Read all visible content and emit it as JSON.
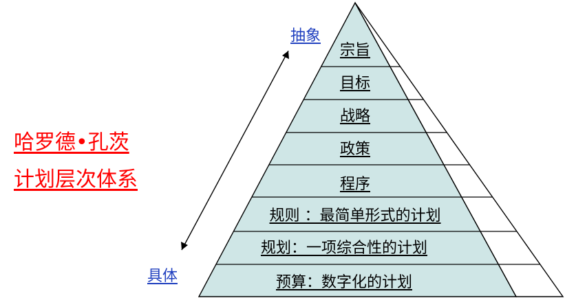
{
  "title_lines": [
    "哈罗德•孔茨",
    "计划层次体系"
  ],
  "axis": {
    "top": "抽象",
    "bottom": "具体"
  },
  "levels": [
    "宗旨",
    "目标",
    "战略",
    "政策",
    "程序",
    "规则 ：最简单形式的计划",
    "规划：一项综合性的计划",
    "预算：数字化的计划"
  ],
  "colors": {
    "title": "#ff0000",
    "axis_label": "#1f3fbf",
    "pyramid_fill": "#cfe6e6",
    "line": "#000000"
  }
}
